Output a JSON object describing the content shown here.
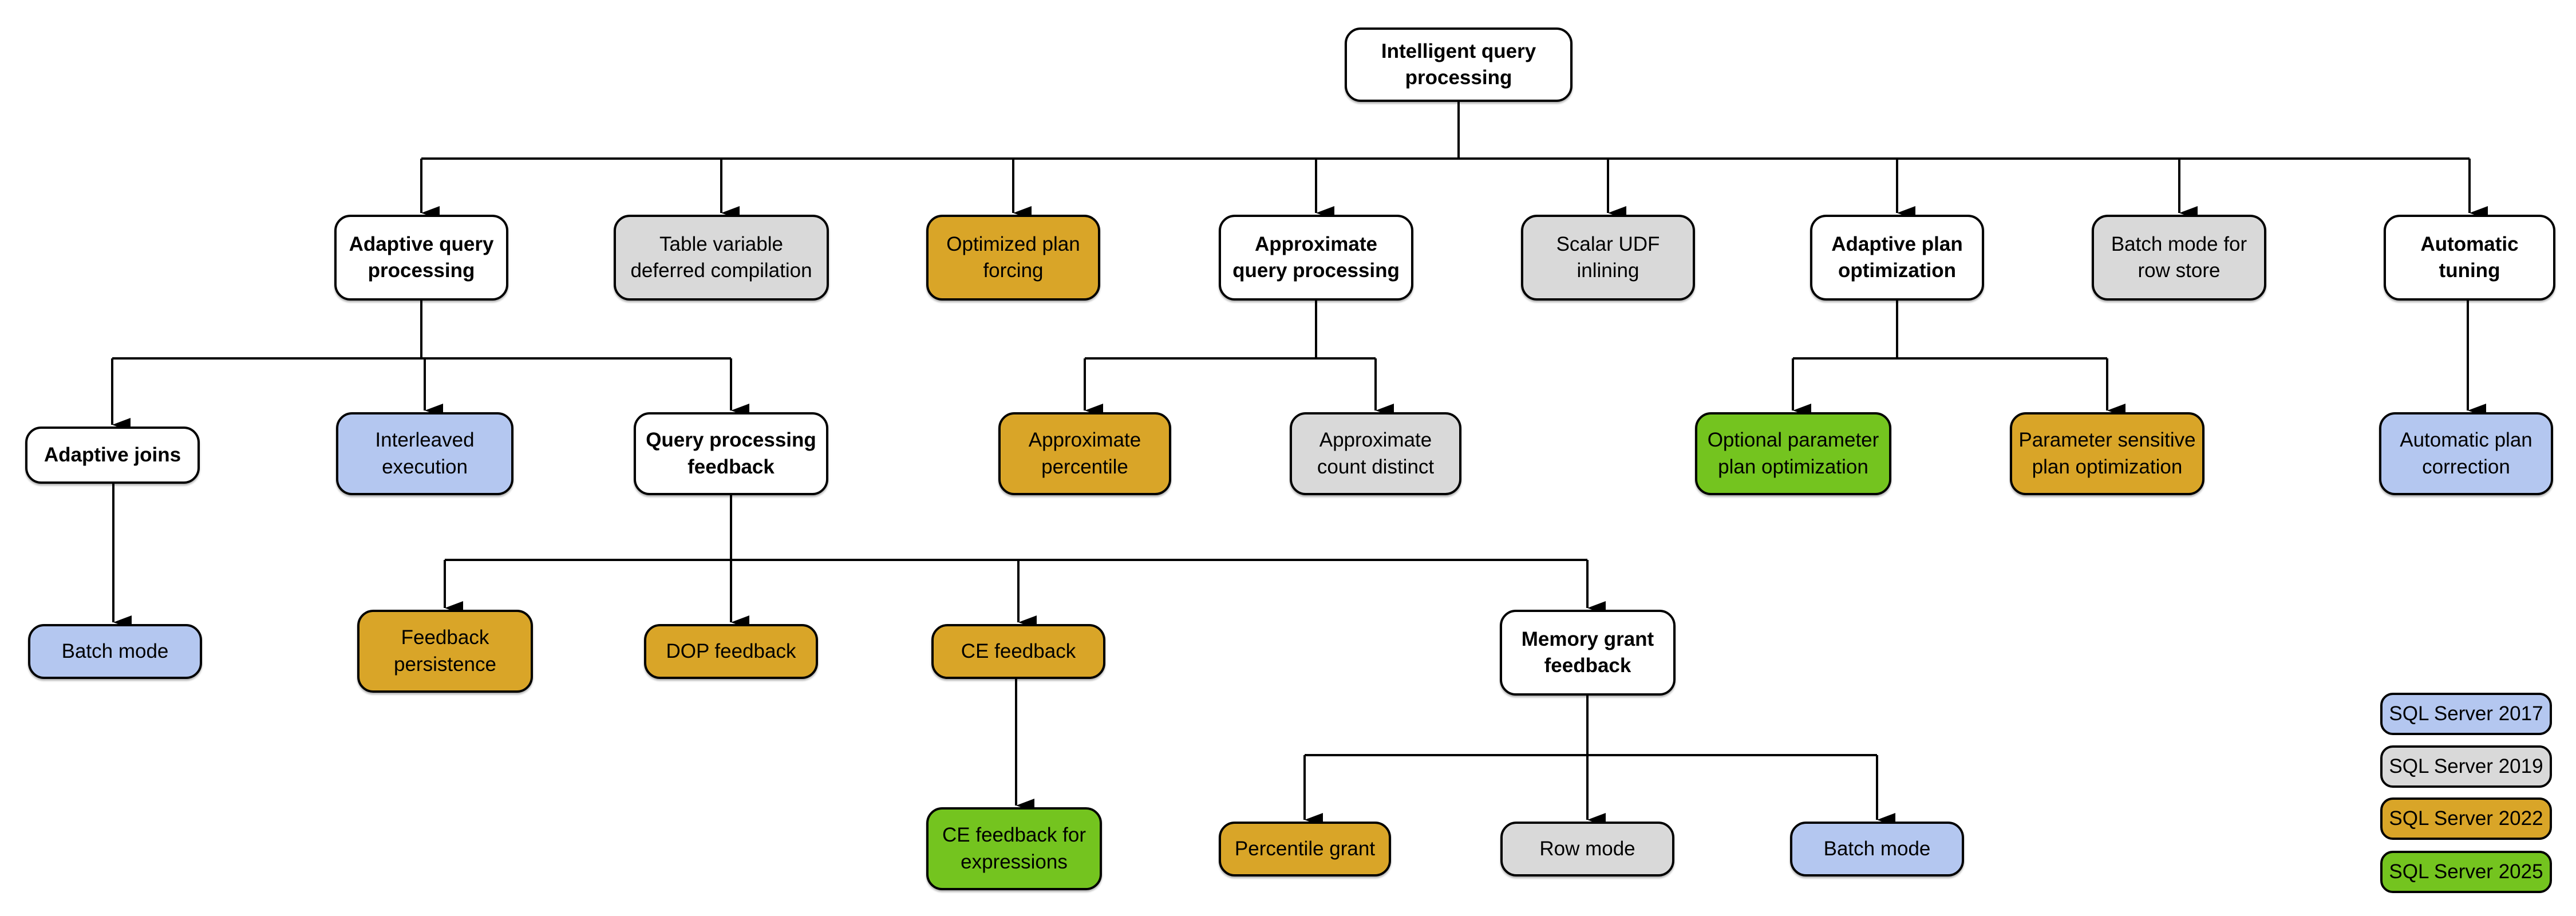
{
  "nodes": [
    {
      "id": "intelligent-query-processing",
      "label": "Intelligent query\nprocessing",
      "version": null
    },
    {
      "id": "adaptive-query-processing",
      "label": "Adaptive query\nprocessing",
      "version": null
    },
    {
      "id": "table-variable-deferred-compilation",
      "label": "Table variable\ndeferred compilation",
      "version": "2019"
    },
    {
      "id": "optimized-plan-forcing",
      "label": "Optimized plan\nforcing",
      "version": "2022"
    },
    {
      "id": "approximate-query-processing",
      "label": "Approximate\nquery processing",
      "version": null
    },
    {
      "id": "scalar-udf-inlining",
      "label": "Scalar UDF\ninlining",
      "version": "2019"
    },
    {
      "id": "adaptive-plan-optimization",
      "label": "Adaptive plan\noptimization",
      "version": null
    },
    {
      "id": "batch-mode-for-row-store",
      "label": "Batch mode for\nrow store",
      "version": "2019"
    },
    {
      "id": "automatic-tuning",
      "label": "Automatic\ntuning",
      "version": null
    },
    {
      "id": "adaptive-joins",
      "label": "Adaptive joins",
      "version": null
    },
    {
      "id": "interleaved-execution",
      "label": "Interleaved\nexecution",
      "version": "2017"
    },
    {
      "id": "query-processing-feedback",
      "label": "Query processing\nfeedback",
      "version": null
    },
    {
      "id": "approximate-percentile",
      "label": "Approximate\npercentile",
      "version": "2022"
    },
    {
      "id": "approximate-count-distinct",
      "label": "Approximate\ncount distinct",
      "version": "2019"
    },
    {
      "id": "optional-parameter-plan-optimization",
      "label": "Optional parameter\nplan optimization",
      "version": "2025"
    },
    {
      "id": "parameter-sensitive-plan-optimization",
      "label": "Parameter sensitive\nplan optimization",
      "version": "2022"
    },
    {
      "id": "automatic-plan-correction",
      "label": "Automatic plan\ncorrection",
      "version": "2017"
    },
    {
      "id": "batch-mode-adaptive-joins",
      "label": "Batch mode",
      "version": "2017"
    },
    {
      "id": "feedback-persistence",
      "label": "Feedback\npersistence",
      "version": "2022"
    },
    {
      "id": "dop-feedback",
      "label": "DOP feedback",
      "version": "2022"
    },
    {
      "id": "ce-feedback",
      "label": "CE feedback",
      "version": "2022"
    },
    {
      "id": "memory-grant-feedback",
      "label": "Memory grant\nfeedback",
      "version": null
    },
    {
      "id": "ce-feedback-for-expressions",
      "label": "CE feedback for\nexpressions",
      "version": "2025"
    },
    {
      "id": "percentile-grant",
      "label": "Percentile grant",
      "version": "2022"
    },
    {
      "id": "row-mode",
      "label": "Row mode",
      "version": "2019"
    },
    {
      "id": "batch-mode-memory-grant",
      "label": "Batch mode",
      "version": "2017"
    }
  ],
  "legend": [
    {
      "label": "SQL Server 2017",
      "version": "2017"
    },
    {
      "label": "SQL Server 2019",
      "version": "2019"
    },
    {
      "label": "SQL Server 2022",
      "version": "2022"
    },
    {
      "label": "SQL Server 2025",
      "version": "2025"
    }
  ],
  "colors": {
    "2017": "#B4C7F0",
    "2019": "#D9D9D9",
    "2022": "#D9A528",
    "2025": "#74C41F",
    "parent": "#FFFFFF",
    "line": "#000000"
  }
}
